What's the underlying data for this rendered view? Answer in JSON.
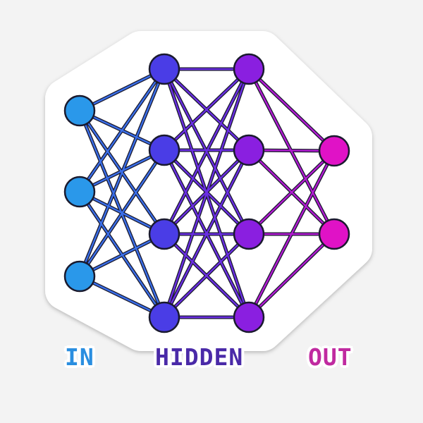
{
  "labels": {
    "input": "IN",
    "hidden": "HIDDEN",
    "output": "OUT"
  },
  "layers": [
    {
      "id": "input",
      "nodes": 3
    },
    {
      "id": "hidden1",
      "nodes": 4
    },
    {
      "id": "hidden2",
      "nodes": 4
    },
    {
      "id": "output",
      "nodes": 2
    }
  ],
  "colors": {
    "input": "#2a98ea",
    "hidden1": "#4a3de6",
    "hidden2": "#8a1fe0",
    "output": "#e012c6",
    "outline": "#1a1a2e",
    "sticker_border": "#ffffff",
    "label_input": "#2a8ee0",
    "label_hidden": "#4a2aa8",
    "label_output": "#c02aa0"
  },
  "connections": "fully-connected"
}
